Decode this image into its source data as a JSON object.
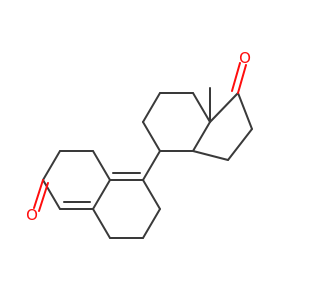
{
  "molecule": {
    "atom_labels": {
      "oxygen_ketone_17": "O",
      "oxygen_ketone_3": "O",
      "methyl_group": "methyl"
    },
    "colors": {
      "bond": "#3a3a3a",
      "oxygen": "#ff0d0d",
      "background": "#ffffff"
    }
  }
}
